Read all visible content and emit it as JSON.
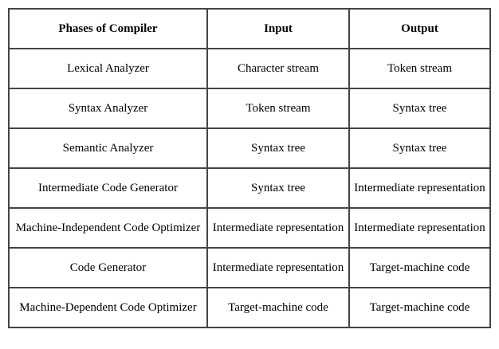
{
  "table": {
    "headers": [
      "Phases of Compiler",
      "Input",
      "Output"
    ],
    "rows": [
      [
        "Lexical Analyzer",
        "Character stream",
        "Token stream"
      ],
      [
        "Syntax Analyzer",
        "Token stream",
        "Syntax tree"
      ],
      [
        "Semantic Analyzer",
        "Syntax tree",
        "Syntax tree"
      ],
      [
        "Intermediate Code Generator",
        "Syntax tree",
        "Intermediate representation"
      ],
      [
        "Machine-Independent Code Optimizer",
        "Intermediate representation",
        "Intermediate representation"
      ],
      [
        "Code Generator",
        "Intermediate representation",
        "Target-machine code"
      ],
      [
        "Machine-Dependent Code Optimizer",
        "Target-machine code",
        "Target-machine code"
      ]
    ]
  }
}
